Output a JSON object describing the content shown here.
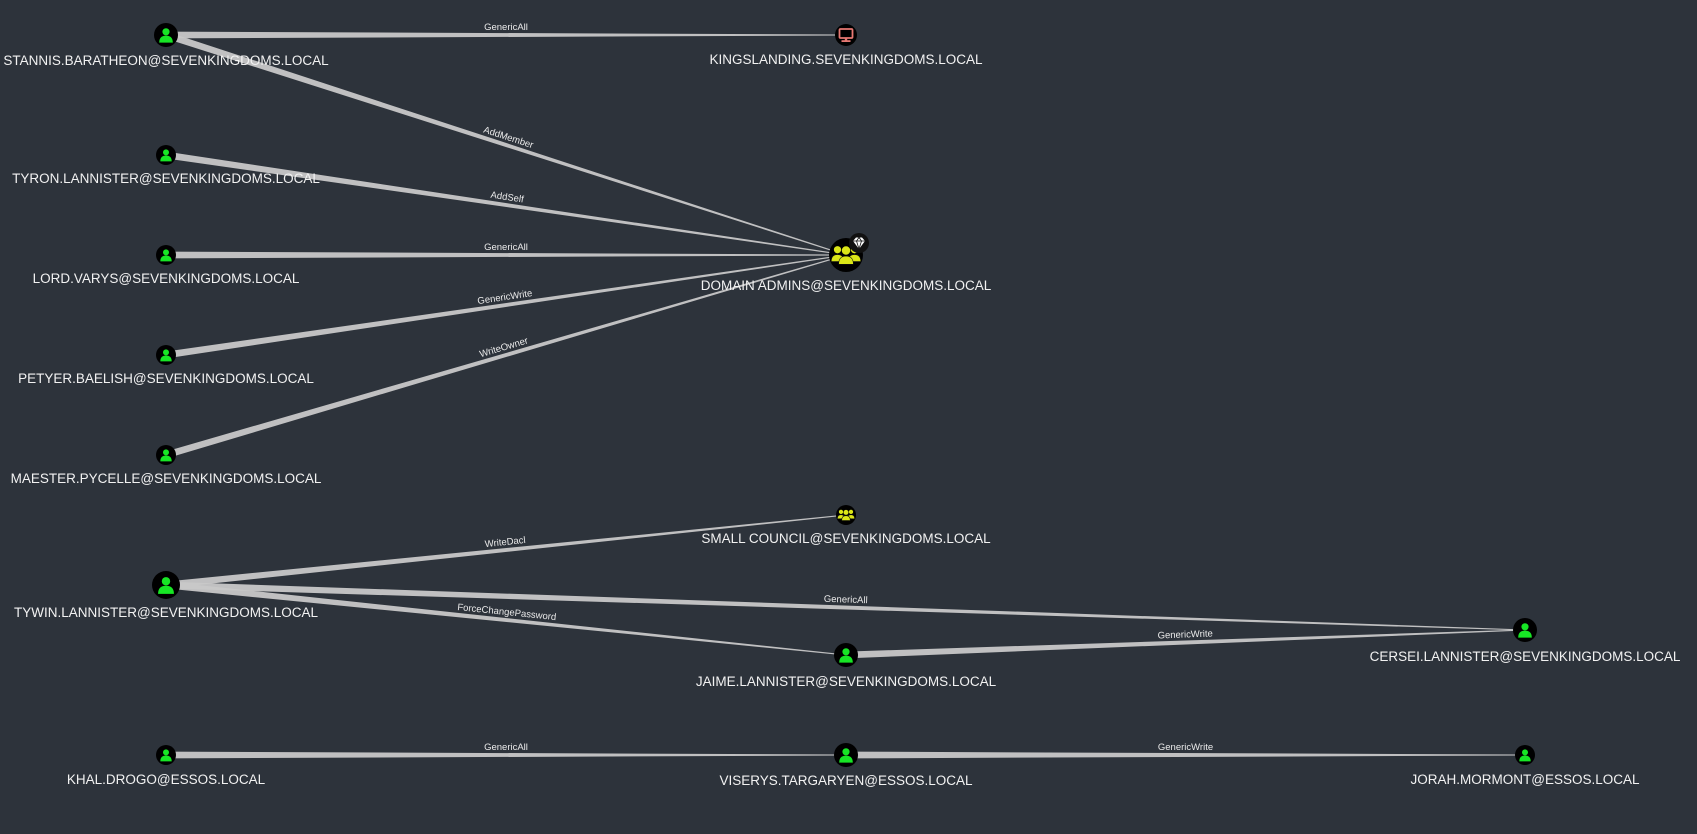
{
  "nodes": [
    {
      "id": "stannis",
      "type": "user",
      "label": "STANNIS.BARATHEON@SEVENKINGDOMS.LOCAL",
      "icon": "user-icon"
    },
    {
      "id": "kingslanding",
      "type": "computer",
      "label": "KINGSLANDING.SEVENKINGDOMS.LOCAL",
      "icon": "computer-icon"
    },
    {
      "id": "tyron",
      "type": "user",
      "label": "TYRON.LANNISTER@SEVENKINGDOMS.LOCAL",
      "icon": "user-icon"
    },
    {
      "id": "varys",
      "type": "user",
      "label": "LORD.VARYS@SEVENKINGDOMS.LOCAL",
      "icon": "user-icon"
    },
    {
      "id": "domainadmins",
      "type": "group-highvalue",
      "label": "DOMAIN ADMINS@SEVENKINGDOMS.LOCAL",
      "icon": "group-icon",
      "badge": "high-value-gem-icon"
    },
    {
      "id": "petyer",
      "type": "user",
      "label": "PETYER.BAELISH@SEVENKINGDOMS.LOCAL",
      "icon": "user-icon"
    },
    {
      "id": "pycelle",
      "type": "user",
      "label": "MAESTER.PYCELLE@SEVENKINGDOMS.LOCAL",
      "icon": "user-icon"
    },
    {
      "id": "smallcouncil",
      "type": "group",
      "label": "SMALL COUNCIL@SEVENKINGDOMS.LOCAL",
      "icon": "group-icon"
    },
    {
      "id": "tywin",
      "type": "user",
      "label": "TYWIN.LANNISTER@SEVENKINGDOMS.LOCAL",
      "icon": "user-icon"
    },
    {
      "id": "cersei",
      "type": "user",
      "label": "CERSEI.LANNISTER@SEVENKINGDOMS.LOCAL",
      "icon": "user-icon"
    },
    {
      "id": "jaime",
      "type": "user",
      "label": "JAIME.LANNISTER@SEVENKINGDOMS.LOCAL",
      "icon": "user-icon"
    },
    {
      "id": "khal",
      "type": "user",
      "label": "KHAL.DROGO@ESSOS.LOCAL",
      "icon": "user-icon"
    },
    {
      "id": "viserys",
      "type": "user",
      "label": "VISERYS.TARGARYEN@ESSOS.LOCAL",
      "icon": "user-icon"
    },
    {
      "id": "jorah",
      "type": "user",
      "label": "JORAH.MORMONT@ESSOS.LOCAL",
      "icon": "user-icon"
    }
  ],
  "edges": [
    {
      "from": "stannis",
      "to": "kingslanding",
      "label": "GenericAll"
    },
    {
      "from": "stannis",
      "to": "domainadmins",
      "label": "AddMember"
    },
    {
      "from": "tyron",
      "to": "domainadmins",
      "label": "AddSelf"
    },
    {
      "from": "varys",
      "to": "domainadmins",
      "label": "GenericAll"
    },
    {
      "from": "petyer",
      "to": "domainadmins",
      "label": "GenericWrite"
    },
    {
      "from": "pycelle",
      "to": "domainadmins",
      "label": "WriteOwner"
    },
    {
      "from": "tywin",
      "to": "smallcouncil",
      "label": "WriteDacl"
    },
    {
      "from": "tywin",
      "to": "cersei",
      "label": "GenericAll"
    },
    {
      "from": "tywin",
      "to": "jaime",
      "label": "ForceChangePassword"
    },
    {
      "from": "jaime",
      "to": "cersei",
      "label": "GenericWrite"
    },
    {
      "from": "khal",
      "to": "viserys",
      "label": "GenericAll"
    },
    {
      "from": "viserys",
      "to": "jorah",
      "label": "GenericWrite"
    }
  ],
  "colors": {
    "background": "#2d333b",
    "user": "#17e625",
    "group": "#dbe617",
    "computer": "#e67873",
    "edge": "#c8c8c8",
    "label": "#f2f2f2"
  }
}
